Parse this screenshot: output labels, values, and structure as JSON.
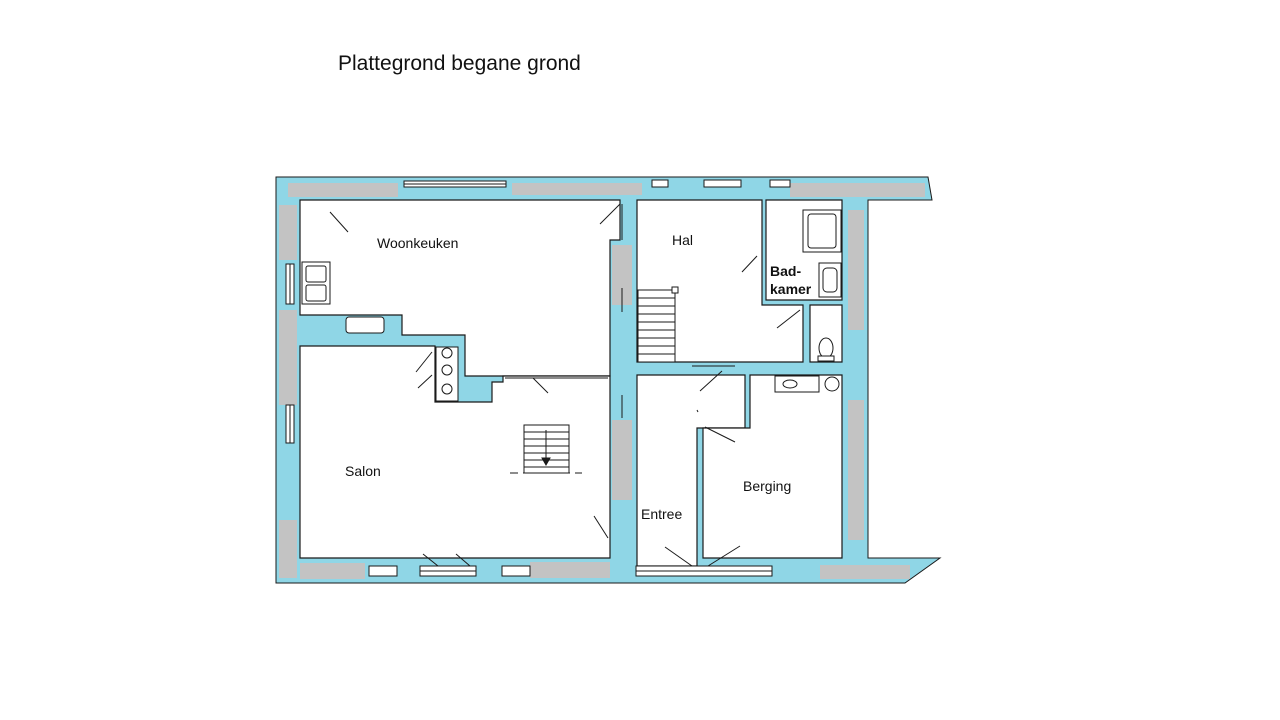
{
  "plan": {
    "title": "Plattegrond begane grond",
    "rooms": {
      "woonkeuken": "Woonkeuken",
      "hal": "Hal",
      "badkamer_1": "Bad-",
      "badkamer_2": "kamer",
      "salon": "Salon",
      "entree": "Entree",
      "berging": "Berging"
    },
    "colors": {
      "wall_blue": "#8fd6e6",
      "wall_gray": "#c3c3c3",
      "line": "#1a1a1a",
      "background": "#ffffff"
    }
  }
}
